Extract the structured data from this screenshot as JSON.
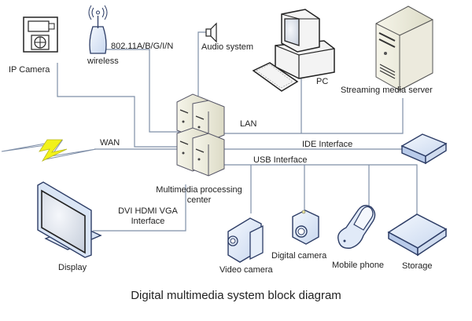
{
  "title": "Digital multimedia system block diagram",
  "colors": {
    "line": "#7f8fa8",
    "device_fill": "#dfe9f8",
    "device_stroke": "#27344d",
    "server_fill": "#ecebd9",
    "lightning": "#f2f21a"
  },
  "nodes": {
    "ip_camera": {
      "label": "IP Camera",
      "icon": "ip-camera-icon"
    },
    "wireless": {
      "label": "wireless",
      "icon": "wireless-router-icon",
      "link_label": "802.11A/B/G/I/N"
    },
    "audio": {
      "label": "Audio system",
      "icon": "speaker-icon"
    },
    "pc": {
      "label": "PC",
      "icon": "desktop-pc-icon"
    },
    "streaming_server": {
      "label": "Streaming media server",
      "icon": "server-tower-icon"
    },
    "wan": {
      "label": "WAN",
      "icon": "lightning-icon"
    },
    "lan": {
      "label": "LAN"
    },
    "processing_center": {
      "label_line1": "Multimedia processing",
      "label_line2": "center",
      "icon": "server-stack-icon"
    },
    "ide": {
      "label": "IDE Interface",
      "icon": "hard-drive-icon"
    },
    "usb": {
      "label": "USB Interface"
    },
    "display": {
      "label": "Display",
      "icon": "monitor-icon",
      "link_label_line1": "DVI HDMI VGA",
      "link_label_line2": "Interface"
    },
    "video_camera": {
      "label": "Video camera",
      "icon": "video-camera-icon"
    },
    "digital_camera": {
      "label": "Digital camera",
      "icon": "digital-camera-icon"
    },
    "mobile_phone": {
      "label": "Mobile phone",
      "icon": "mobile-phone-icon"
    },
    "storage": {
      "label": "Storage",
      "icon": "storage-device-icon"
    }
  }
}
